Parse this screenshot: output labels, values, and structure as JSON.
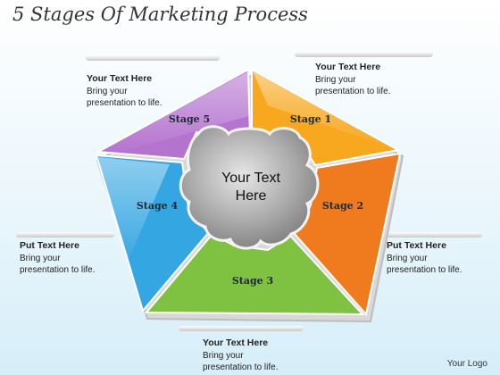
{
  "title": "5 Stages Of Marketing Process",
  "center_text": [
    "Your Text",
    "Here"
  ],
  "stages": [
    {
      "label": "Stage 1",
      "color": "#f7a81e"
    },
    {
      "label": "Stage 2",
      "color": "#f07a1e"
    },
    {
      "label": "Stage 3",
      "color": "#7fc241"
    },
    {
      "label": "Stage 4",
      "color": "#34a6e2"
    },
    {
      "label": "Stage 5",
      "color": "#b473cf"
    }
  ],
  "callouts": {
    "top_left": {
      "heading": "Your Text Here",
      "body": "Bring your\npresentation to life."
    },
    "top_right": {
      "heading": "Your Text Here",
      "body": "Bring your\npresentation to life."
    },
    "left": {
      "heading": "Put Text Here",
      "body": "Bring your\npresentation to life."
    },
    "right": {
      "heading": "Put Text Here",
      "body": "Bring your\npresentation to life."
    },
    "bottom": {
      "heading": "Your Text Here",
      "body": "Bring your\npresentation to life."
    }
  },
  "logo": "Your Logo"
}
